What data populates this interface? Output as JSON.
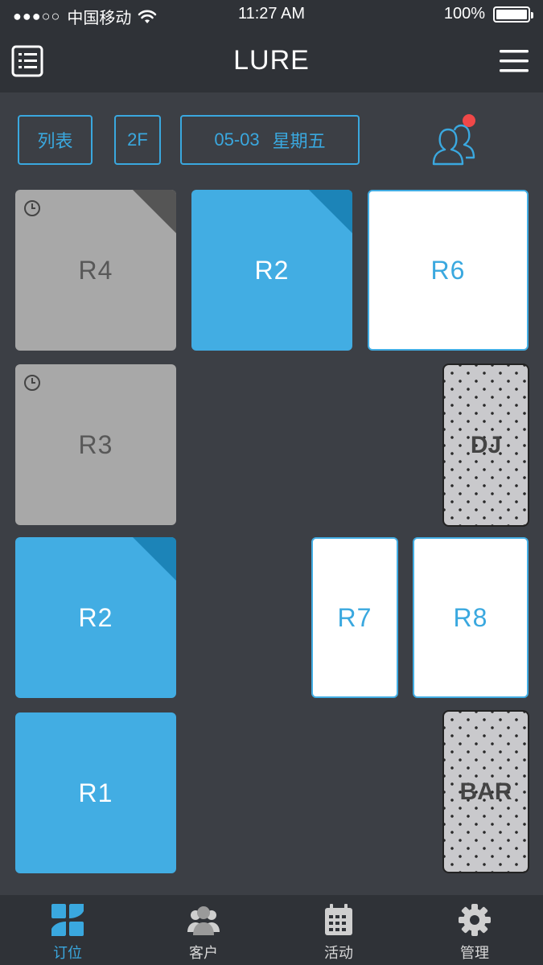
{
  "status_bar": {
    "carrier": "中国移动",
    "signal": "●●●○○",
    "time": "11:27 AM",
    "battery": "100%"
  },
  "header": {
    "title": "LURE"
  },
  "controls": {
    "list_label": "列表",
    "floor_label": "2F",
    "date": "05-03",
    "weekday": "星期五"
  },
  "rooms": [
    {
      "label": "R4",
      "state": "gray"
    },
    {
      "label": "R2",
      "state": "blue"
    },
    {
      "label": "R6",
      "state": "white"
    },
    {
      "label": "R3",
      "state": "gray"
    },
    {
      "label": "R2",
      "state": "blue"
    },
    {
      "label": "R7",
      "state": "white"
    },
    {
      "label": "R8",
      "state": "white"
    },
    {
      "label": "R1",
      "state": "blue"
    }
  ],
  "zones": {
    "dj": "DJ",
    "bar": "BAR"
  },
  "tabs": [
    {
      "label": "订位",
      "icon": "grid-icon",
      "active": true
    },
    {
      "label": "客户",
      "icon": "customers-icon",
      "active": false
    },
    {
      "label": "活动",
      "icon": "calendar-icon",
      "active": false
    },
    {
      "label": "管理",
      "icon": "gear-icon",
      "active": false
    }
  ],
  "colors": {
    "accent": "#3aa8df",
    "tile_blue": "#42ade3",
    "tile_gray": "#a8a8a8",
    "background": "#3c3f45",
    "bar_bg": "#2f3237",
    "badge": "#f04848"
  }
}
